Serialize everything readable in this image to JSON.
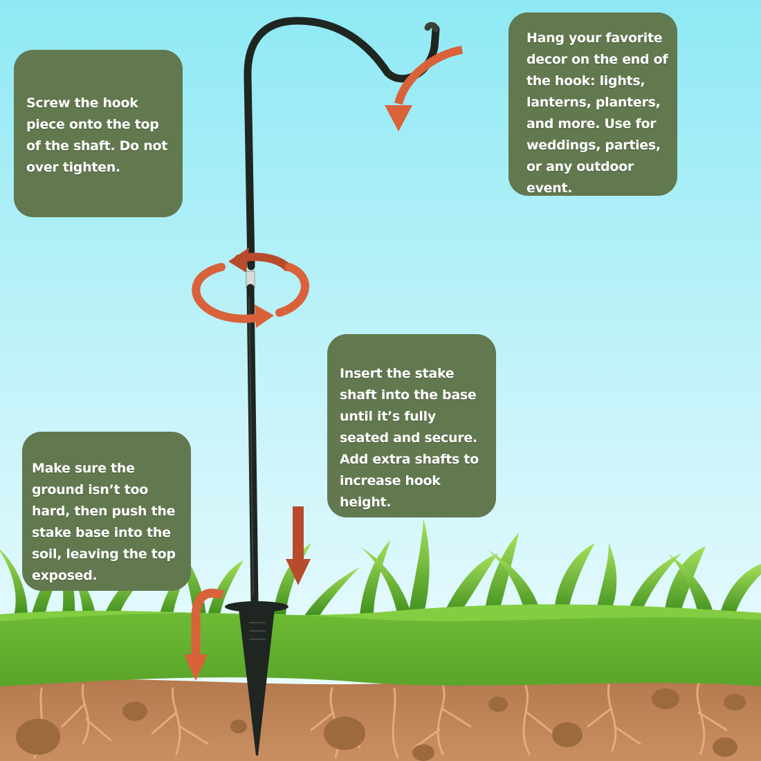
{
  "callouts": {
    "hook_piece": "Screw the hook piece onto the top of the shaft. Do not over tighten.",
    "hang_decor": "Hang your favorite decor on the end of the hook: lights, lanterns, planters, and more.  Use for weddings, parties, or any outdoor event.",
    "insert_shaft": "Insert the stake shaft into the base until it’s fully seated and secure. Add extra shafts to increase hook height.",
    "ground": "Make sure the ground isn’t too hard, then push the stake base into the soil, leaving the top exposed."
  },
  "colors": {
    "sky_top": "#8ee9f4",
    "sky_bottom": "#f2fcfe",
    "callout_fill": "#62784f",
    "arrow_orange": "#d9623a",
    "arrow_dark": "#b84b2c",
    "grass": "#6cb832",
    "soil": "#c2865a",
    "stake": "#1f2520"
  },
  "icons": {
    "rotation": "rotate-arrows-icon",
    "down_arrows": "down-arrow-icon"
  }
}
